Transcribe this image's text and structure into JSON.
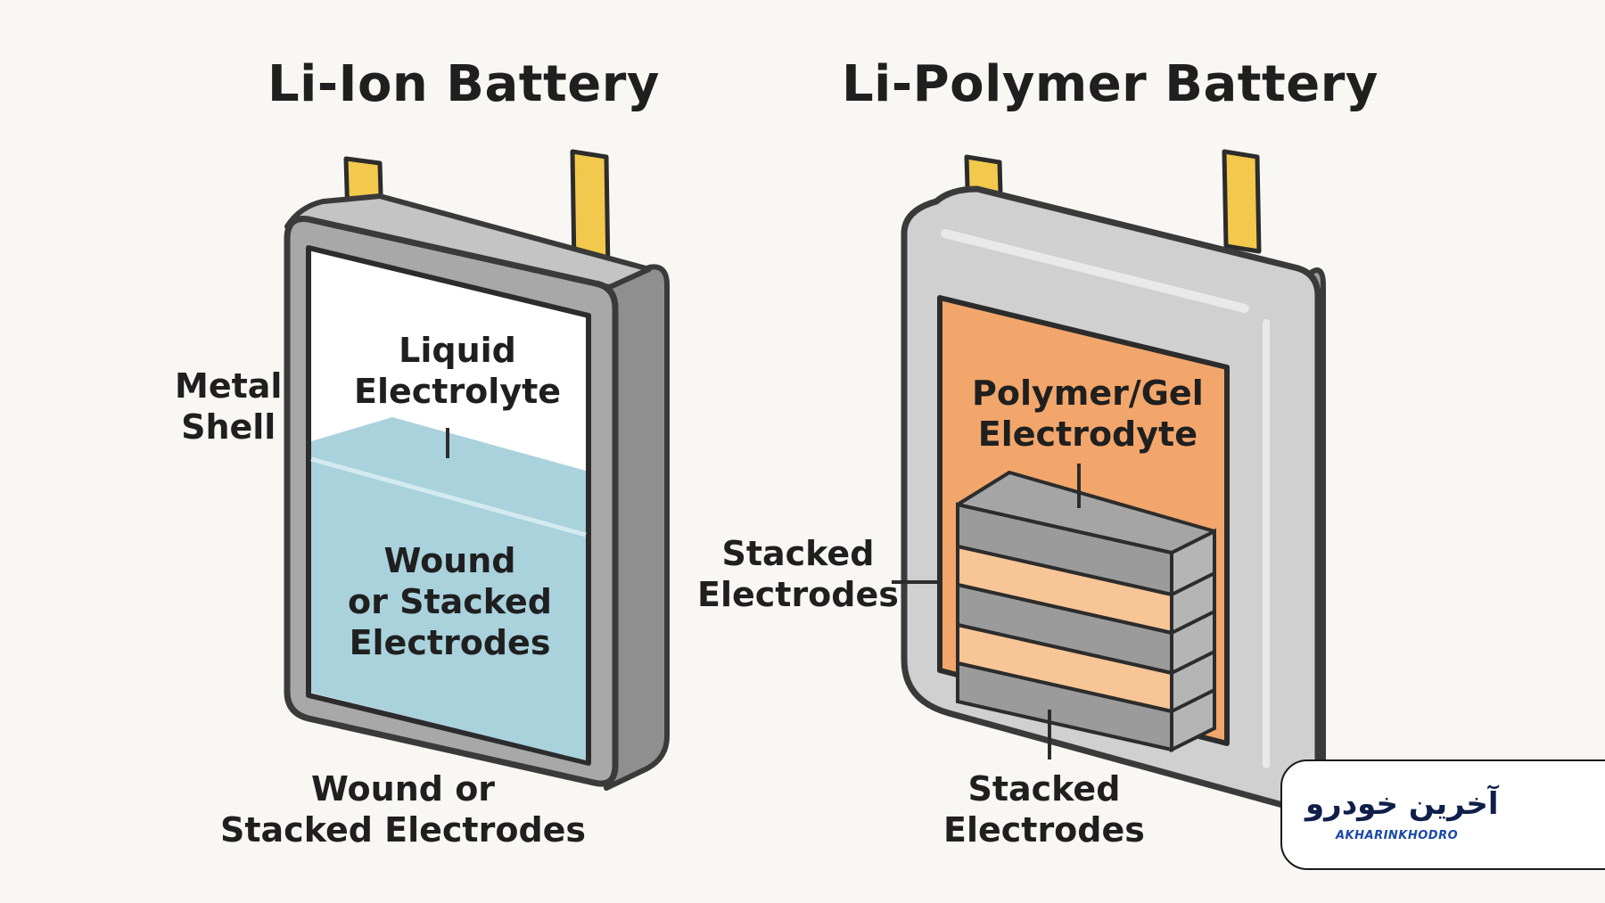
{
  "diagram": {
    "left": {
      "title": "Li-Ion Battery",
      "label_shell": [
        "Metal",
        "Shell"
      ],
      "label_liquid": [
        "Liquid",
        "Electrolyte"
      ],
      "label_inner_electrodes": [
        "Wound",
        "or Stacked",
        "Electrodes"
      ],
      "label_bottom": [
        "Wound or",
        "Stacked Electrodes"
      ]
    },
    "right": {
      "title": "Li-Polymer Battery",
      "label_gel": [
        "Polymer/Gel",
        "Electrodyte"
      ],
      "label_side": [
        "Stacked",
        "Electrodes"
      ],
      "label_bottom": [
        "Stacked",
        "Electrodes"
      ]
    }
  },
  "watermark": {
    "brand_fa": "آخرین خودرو",
    "brand_en": "AKHARINKHODRO"
  },
  "colors": {
    "background": "#f8f7f4",
    "shell_gray": "#a8a8a8",
    "shell_light": "#d0d0d0",
    "outline": "#3a3a3a",
    "terminal": "#f2c94c",
    "electrolyte": "#a9d2dc",
    "polymer": "#f2a66b",
    "electrode_orange": "#f8c596",
    "electrode_gray": "#9b9b9b",
    "brand_blue": "#1b49a8"
  }
}
